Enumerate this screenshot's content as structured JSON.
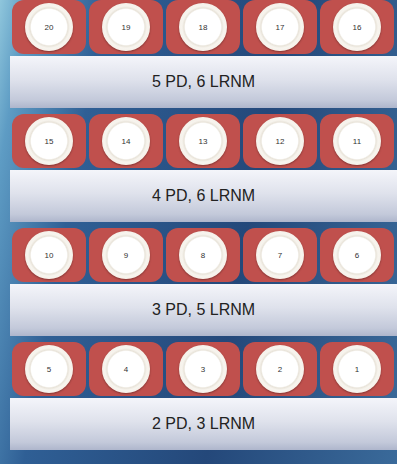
{
  "diagram": {
    "nodes": [
      {
        "text": [
          "20"
        ]
      },
      {
        "text": [
          "19"
        ]
      },
      {
        "text": [
          "18"
        ]
      },
      {
        "text": [
          "17"
        ]
      },
      {
        "text": [
          "16"
        ]
      },
      {
        "text": [
          "5 PD, 6 LRNM"
        ]
      },
      {
        "text": [
          "15"
        ]
      },
      {
        "text": [
          "14"
        ]
      },
      {
        "text": [
          "13"
        ]
      },
      {
        "text": [
          "12"
        ]
      },
      {
        "text": [
          "11"
        ]
      },
      {
        "text": [
          "4 PD, 6 LRNM"
        ]
      },
      {
        "text": [
          "10"
        ]
      },
      {
        "text": [
          "9"
        ]
      },
      {
        "text": [
          "8"
        ]
      },
      {
        "text": [
          "7"
        ]
      },
      {
        "text": [
          "6"
        ]
      },
      {
        "text": [
          "3 PD, 5 LRNM"
        ]
      },
      {
        "text": [
          "5"
        ]
      },
      {
        "text": [
          "4"
        ]
      },
      {
        "text": [
          "3"
        ]
      },
      {
        "text": [
          "2"
        ]
      },
      {
        "text": [
          "1"
        ]
      },
      {
        "text": [
          "2 PD, 3 LRNM"
        ]
      }
    ]
  }
}
